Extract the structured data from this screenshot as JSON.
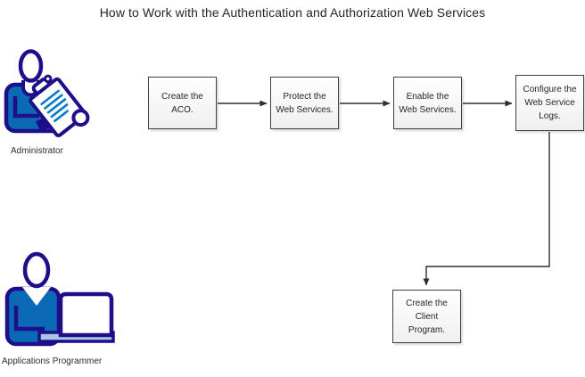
{
  "diagram": {
    "title": "How to Work with the Authentication and Authorization Web Services",
    "type": "flowchart"
  },
  "actors": {
    "administrator": {
      "label": "Administrator",
      "icon": "administrator-person-clipboard-icon"
    },
    "applications_programmer": {
      "label": "Applications Programmer",
      "icon": "programmer-person-laptop-icon"
    }
  },
  "flow": {
    "steps": [
      {
        "id": "create-aco",
        "label": "Create the\nACO."
      },
      {
        "id": "protect-web-services",
        "label": "Protect the\nWeb Services."
      },
      {
        "id": "enable-web-services",
        "label": "Enable the\nWeb Services."
      },
      {
        "id": "configure-web-service-logs",
        "label": "Configure the\nWeb Service\nLogs."
      },
      {
        "id": "create-client-program",
        "label": "Create the\nClient\nProgram."
      }
    ],
    "connectors": [
      {
        "from": "create-aco",
        "to": "protect-web-services",
        "shape": "straight"
      },
      {
        "from": "protect-web-services",
        "to": "enable-web-services",
        "shape": "straight"
      },
      {
        "from": "enable-web-services",
        "to": "configure-web-service-logs",
        "shape": "straight"
      },
      {
        "from": "configure-web-service-logs",
        "to": "create-client-program",
        "shape": "elbow"
      }
    ]
  },
  "colors": {
    "icon_navy": "#1e0e8a",
    "icon_blue": "#0a6ab5",
    "icon_light_blue": "#a9c7e5",
    "icon_line_blue": "#0878c8",
    "box_border": "#404040",
    "arrow": "#2e2e2e",
    "text": "#262626"
  }
}
